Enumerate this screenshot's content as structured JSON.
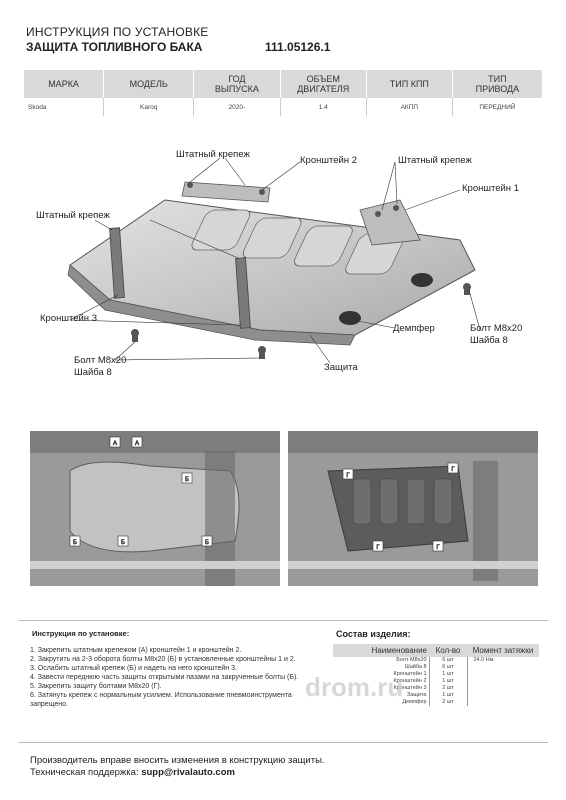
{
  "header": {
    "line1": "ИНСТРУКЦИЯ ПО УСТАНОВКЕ",
    "line2": "ЗАЩИТА ТОПЛИВНОГО БАКА",
    "code": "111.05126.1"
  },
  "spec_table": {
    "headers": [
      "МАРКА",
      "МОДЕЛЬ",
      "ГОД\nВЫПУСКА",
      "ОБЪЕМ\nДВИГАТЕЛЯ",
      "ТИП КПП",
      "ТИП\nПРИВОДА"
    ],
    "row": [
      "Skoda",
      "Karoq",
      "2020-",
      "1.4",
      "АКПП",
      "ПЕРЕДНИЙ"
    ]
  },
  "diagram_labels": {
    "stock_mount_top": "Штатный крепеж",
    "bracket2": "Кронштейн 2",
    "stock_mount_right": "Штатный крепеж",
    "bracket1": "Кронштейн 1",
    "stock_mount_left": "Штатный крепеж",
    "bracket3": "Кронштейн 3",
    "bolt_right": "Болт М8х20",
    "washer_right": "Шайба 8",
    "bolt_left": "Болт М8х20",
    "washer_left": "Шайба 8",
    "damper": "Демпфер",
    "protection": "Защита"
  },
  "photo_markers": {
    "a": "A",
    "b": "Б",
    "g": "Г"
  },
  "instructions": {
    "title": "Инструкция по установке:",
    "steps": [
      "1. Закрепить штатным крепежом (А) кронштейн 1 и кронштейн 2.",
      "2. Закрутить на 2-3 оборота болты М8х20 (Б) в установленные кронштейны 1 и 2.",
      "3. Ослабить штатный крепеж (Б) и надеть на него кронштейн 3.",
      "4. Завести переднюю часть защиты открытыми пазами на закрученные болты (Б).",
      "5. Закрепить защиту болтами М8х20 (Г).",
      "6. Затянуть крепеж с нормальным усилием. Использование пневмоинструмента запрещено."
    ]
  },
  "components": {
    "title": "Состав изделия:",
    "headers": [
      "Наименование",
      "Кол-во",
      "Момент затяжки"
    ],
    "rows": [
      [
        "Болт М8х20",
        "6 шт",
        "24.0 Нм"
      ],
      [
        "Шайба 8",
        "6 шт",
        ""
      ],
      [
        "Кронштейн 1",
        "1 шт",
        ""
      ],
      [
        "Кронштейн 2",
        "1 шт",
        ""
      ],
      [
        "Кронштейн 3",
        "2 шт",
        ""
      ],
      [
        "Защита",
        "1 шт",
        ""
      ],
      [
        "Демпфер",
        "2 шт",
        ""
      ]
    ]
  },
  "watermark": "drom.ru",
  "footer": {
    "note": "Производитель вправе вносить изменения в конструкцию защиты.",
    "support_label": "Техническая поддержка: ",
    "support_email": "supp@rivalauto.com"
  }
}
